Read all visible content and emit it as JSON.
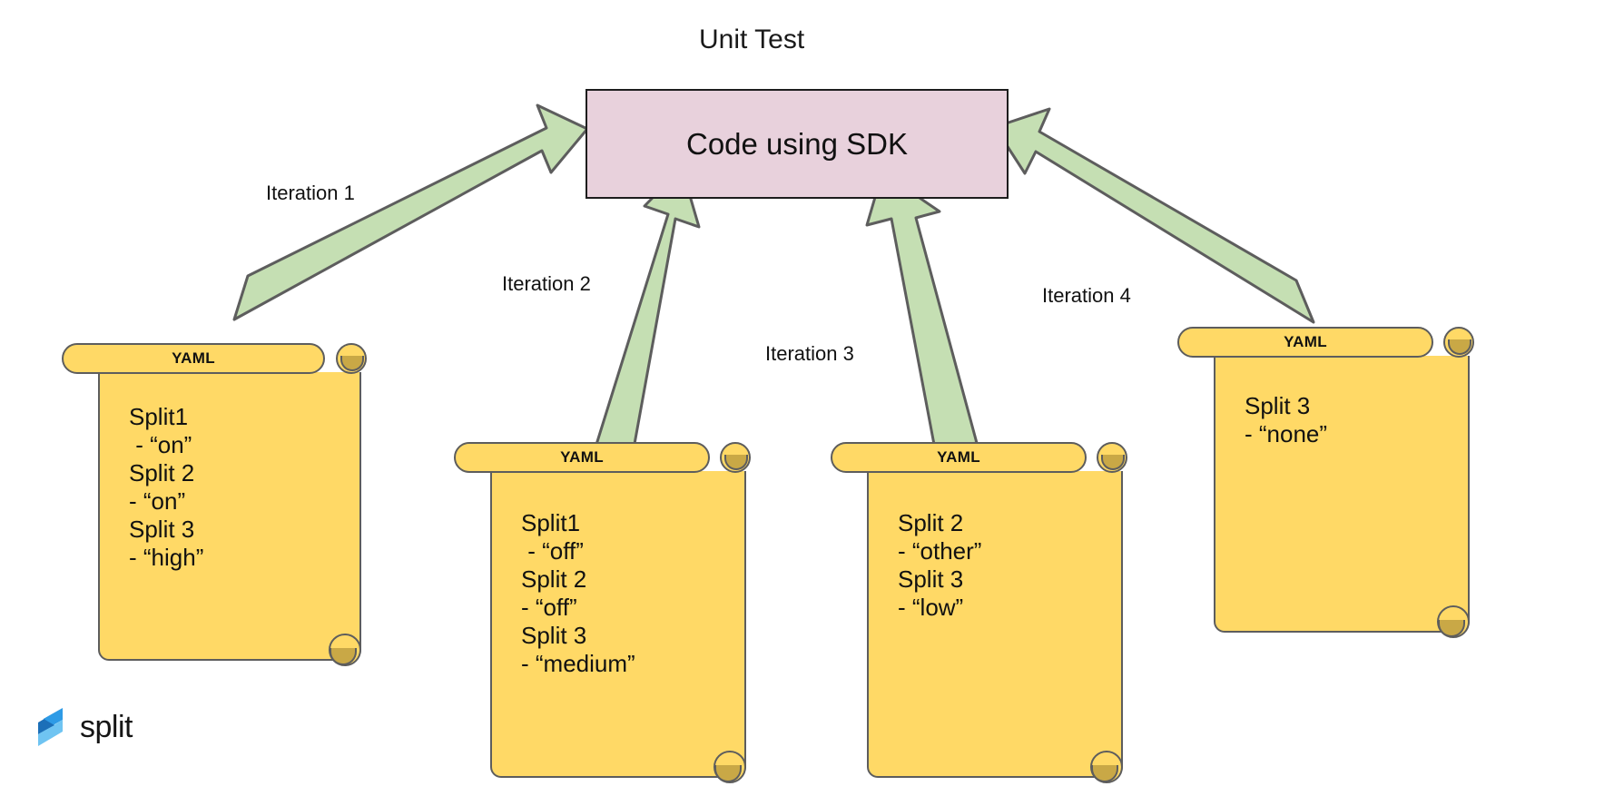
{
  "diagram": {
    "title": "Unit Test",
    "center_box": {
      "label": "Code using SDK",
      "fill": "#E8D1DC",
      "border": "#1d1d1d"
    },
    "arrow_color": "#C5DFB3",
    "arrow_border": "#5d5d5d",
    "doc_fill": "#FFD966",
    "doc_border": "#5d5d5d",
    "doc_curl_fill": "#C9A846",
    "iterations": [
      {
        "label": "Iteration 1"
      },
      {
        "label": "Iteration 2"
      },
      {
        "label": "Iteration 3"
      },
      {
        "label": "Iteration 4"
      }
    ],
    "documents": [
      {
        "header": "YAML",
        "text": "Split1\n - “on”\nSplit 2\n- “on”\nSplit 3\n- “high”"
      },
      {
        "header": "YAML",
        "text": "Split1\n - “off”\nSplit 2\n- “off”\nSplit 3\n- “medium”"
      },
      {
        "header": "YAML",
        "text": "Split 2\n- “other”\nSplit 3\n- “low”"
      },
      {
        "header": "YAML",
        "text": "Split 3\n- “none”"
      }
    ]
  },
  "branding": {
    "wordmark": "split",
    "mark_color": "#2E9BE6",
    "mark_color_dark": "#1C6FB8",
    "mark_color_light": "#6FC4F2"
  }
}
